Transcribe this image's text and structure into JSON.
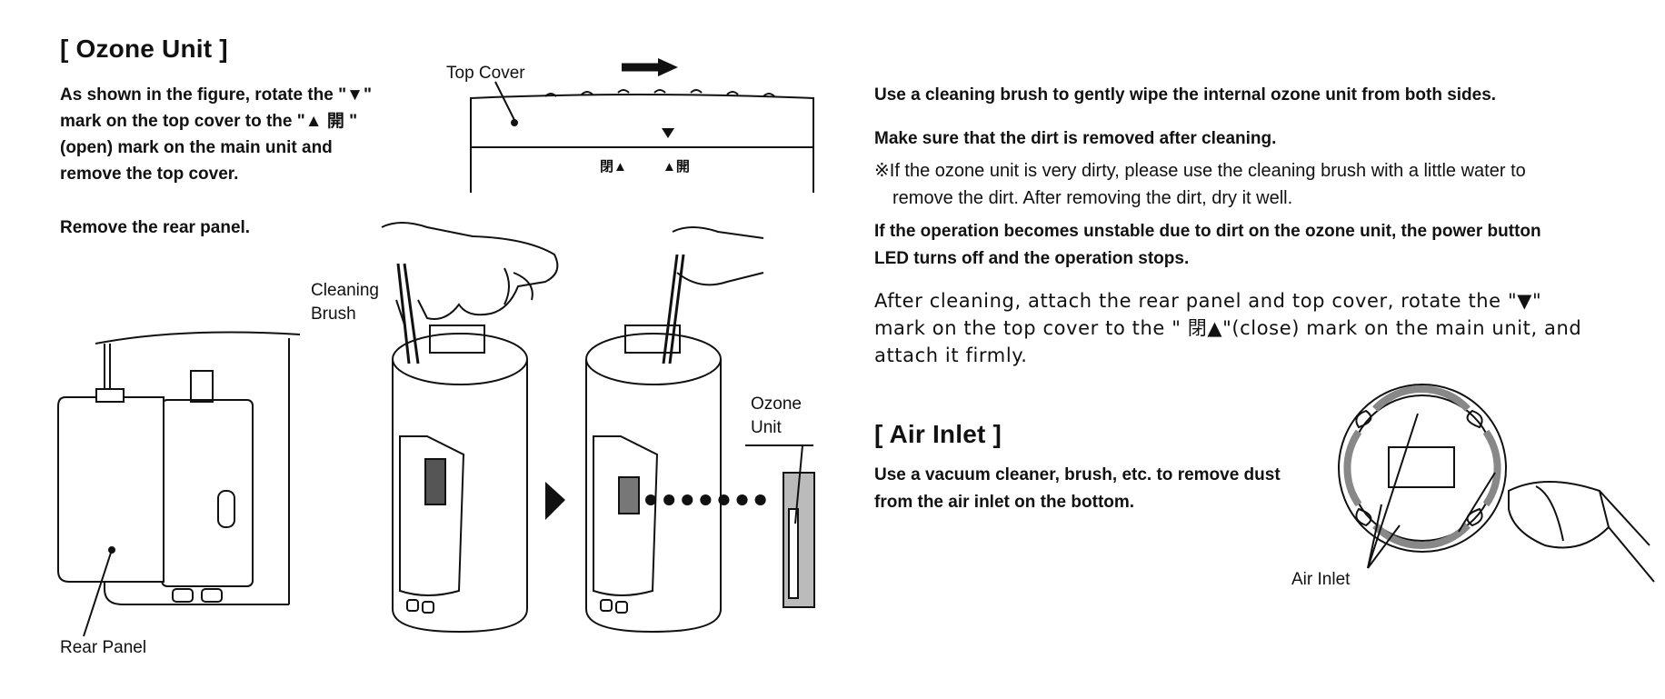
{
  "ozone": {
    "title": "[ Ozone Unit ]",
    "step1": [
      "As shown in the figure, rotate the \"▼\"",
      "mark on the top cover to the \"▲ 開 \"",
      "(open) mark on the main unit and",
      "remove the top cover."
    ],
    "step2": "Remove the rear panel.",
    "labels": {
      "top_cover": "Top Cover",
      "cleaning_brush": [
        "Cleaning",
        "Brush"
      ],
      "ozone_unit": [
        "Ozone",
        "Unit"
      ],
      "rear_panel": "Rear Panel",
      "close_mark": "閉▲",
      "open_mark": "▲開"
    }
  },
  "right": {
    "p1": "Use a cleaning brush to gently wipe the internal ozone unit from both sides.",
    "p2": "Make sure that the dirt is removed after cleaning.",
    "note": [
      "※If the ozone unit is very dirty, please use the cleaning brush with a little water to",
      "remove the dirt. After removing the dirt, dry it well."
    ],
    "p3": [
      "If the operation becomes unstable due to dirt on the ozone unit, the power button",
      "LED turns off and the operation stops."
    ],
    "p4": [
      "After cleaning, attach the rear panel and top cover, rotate the \"▼\"",
      "mark on the top cover to the \" 閉▲\"(close) mark on the main unit, and",
      "attach it firmly."
    ]
  },
  "air": {
    "title": "[ Air Inlet ]",
    "text": [
      "Use a vacuum cleaner, brush, etc. to remove dust",
      "from the air inlet on the bottom."
    ],
    "label": "Air Inlet"
  }
}
